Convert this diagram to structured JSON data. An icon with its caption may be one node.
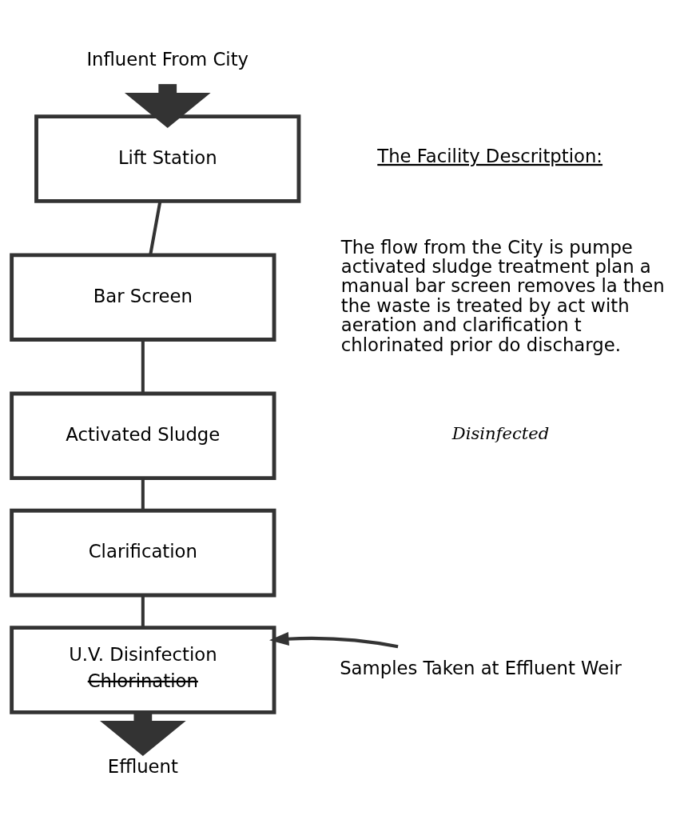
{
  "diagram": {
    "nodes": [
      {
        "text": [
          "Influent From City"
        ]
      },
      {
        "text": [
          "Lift Station"
        ]
      },
      {
        "text": [
          "Bar Screen"
        ]
      },
      {
        "text": [
          "Activated Sludge"
        ]
      },
      {
        "text": [
          "Clarification"
        ]
      },
      {
        "text": [
          "U.V. Disinfection",
          "Chlorination"
        ]
      },
      {
        "text": [
          "Effluent"
        ]
      },
      {
        "text": [
          "Samples Taken at Effluent Weir"
        ]
      }
    ],
    "edges": [
      {
        "from": 0,
        "to": 1,
        "arrow": "to",
        "style": "thick"
      },
      {
        "from": 1,
        "to": 2,
        "arrow": "none"
      },
      {
        "from": 2,
        "to": 3,
        "arrow": "none"
      },
      {
        "from": 3,
        "to": 4,
        "arrow": "none"
      },
      {
        "from": 4,
        "to": 5,
        "arrow": "none"
      },
      {
        "from": 5,
        "to": 6,
        "arrow": "to",
        "style": "thick"
      },
      {
        "from": 7,
        "to": 5,
        "arrow": "to"
      }
    ],
    "labels": [
      "The Facility Descritption:",
      "The flow from the City is pumpe activated sludge treatment plan a manual bar screen removes la then the waste is treated by act with aeration and clarification t chlorinated prior do discharge.",
      "Disinfected"
    ]
  }
}
